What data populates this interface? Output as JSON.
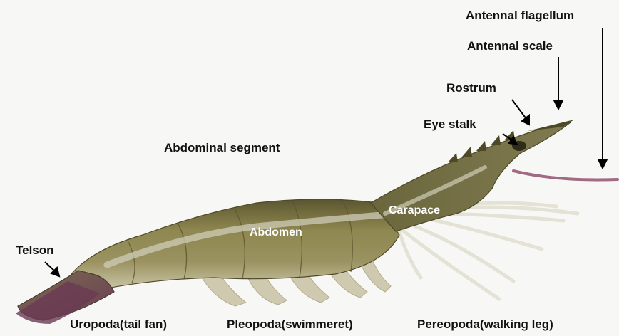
{
  "labels": {
    "antennal_flagellum": "Antennal flagellum",
    "antennal_scale": "Antennal scale",
    "rostrum": "Rostrum",
    "eye_stalk": "Eye stalk",
    "abdominal_segment": "Abdominal segment",
    "carapace": "Carapace",
    "abdomen": "Abdomen",
    "telson": "Telson",
    "uropoda": "Uropoda(tail fan)",
    "pleopoda": "Pleopoda(swimmeret)",
    "pereopoda": "Pereopoda(walking leg)"
  },
  "colors": {
    "background": "#f7f7f5",
    "body": "#8c8450",
    "carapace": "#6f6a3e",
    "stripe": "#c8c6b4",
    "tail": "#6e4f5a",
    "legs": "#e6e4d8",
    "label_text": "#111111",
    "inner_label_text": "#ffffff"
  }
}
